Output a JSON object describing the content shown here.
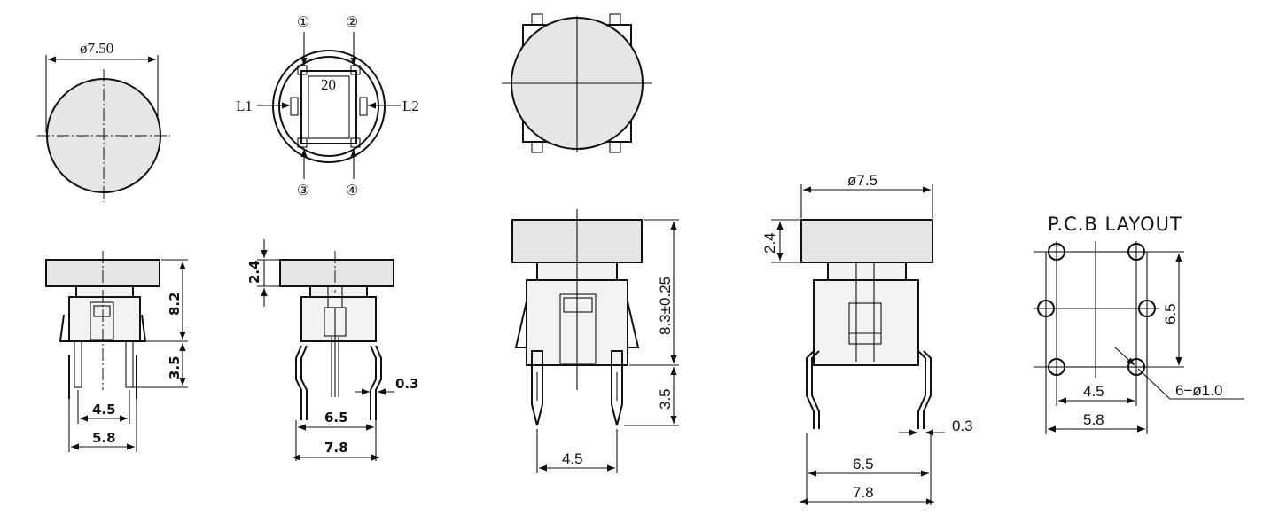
{
  "dims_left": {
    "cap_diameter": "ø7.50",
    "height": "8.2",
    "pin_length": "3.5",
    "pin_spacing": "4.5",
    "width": "5.8"
  },
  "pin_view": {
    "pin1": "①",
    "pin2": "②",
    "pin3": "③",
    "pin4": "④",
    "led_left": "L1",
    "led_right": "L2",
    "center_label": "20"
  },
  "dims_side_left": {
    "cap_height": "2.4",
    "pin_thickness": "0.3",
    "inner_span": "6.5",
    "outer_span": "7.8"
  },
  "dims_front_center": {
    "height": "8.3±0.25",
    "pin_length": "3.5",
    "pin_spacing": "4.5"
  },
  "dims_side_right": {
    "cap_diameter": "ø7.5",
    "cap_height": "2.4",
    "pin_thickness": "0.3",
    "inner_span": "6.5",
    "outer_span": "7.8"
  },
  "pcb": {
    "title": "P.C.B  LAYOUT",
    "height": "6.5",
    "spacing_inner": "4.5",
    "spacing_outer": "5.8",
    "holes": "6−ø1.0"
  }
}
